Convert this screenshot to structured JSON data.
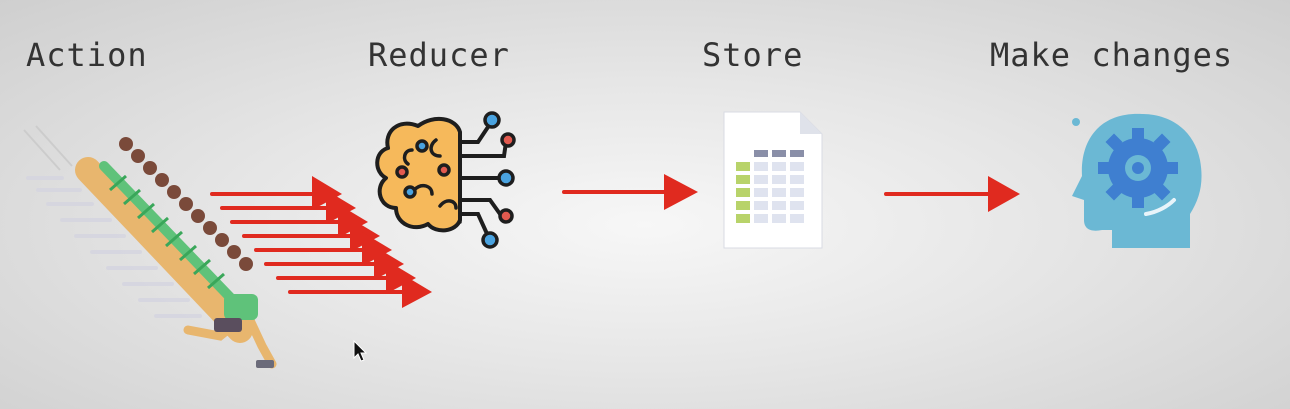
{
  "steps": [
    {
      "id": "action",
      "label": "Action",
      "icon": "running-people-icon"
    },
    {
      "id": "reducer",
      "label": "Reducer",
      "icon": "brain-circuit-icon"
    },
    {
      "id": "store",
      "label": "Store",
      "icon": "spreadsheet-document-icon"
    },
    {
      "id": "changes",
      "label": "Make changes",
      "icon": "head-gear-icon"
    }
  ],
  "colors": {
    "arrow": "#e02a1f",
    "brain": "#f6b95b",
    "sheet_green": "#b8d36a",
    "sheet_header": "#8a8fa8",
    "head": "#6bb8d4",
    "gear": "#3f7fd0"
  }
}
